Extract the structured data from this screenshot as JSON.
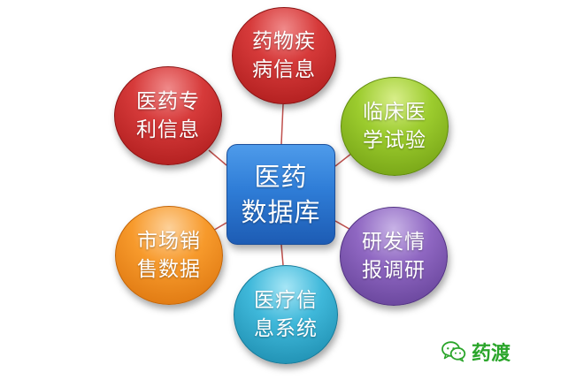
{
  "center": {
    "line1": "医药",
    "line2": "数据库"
  },
  "nodes": {
    "disease": {
      "line1": "药物疾",
      "line2": "病信息",
      "color": "#c62828"
    },
    "trial": {
      "line1": "临床医",
      "line2": "学试验",
      "color": "#8dbb24"
    },
    "research": {
      "line1": "研发情",
      "line2": "报调研",
      "color": "#7a54ad"
    },
    "medsys": {
      "line1": "医疗信",
      "line2": "息系统",
      "color": "#2aa6cc"
    },
    "market": {
      "line1": "市场销",
      "line2": "售数据",
      "color": "#f28c1c"
    },
    "patent": {
      "line1": "医药专",
      "line2": "利信息",
      "color": "#c62828"
    }
  },
  "watermark": {
    "icon": "wechat-icon",
    "text": "药渡"
  },
  "colors": {
    "connector": "#c0504d",
    "center": "#2f7dd7",
    "brand": "#2aa52a"
  }
}
